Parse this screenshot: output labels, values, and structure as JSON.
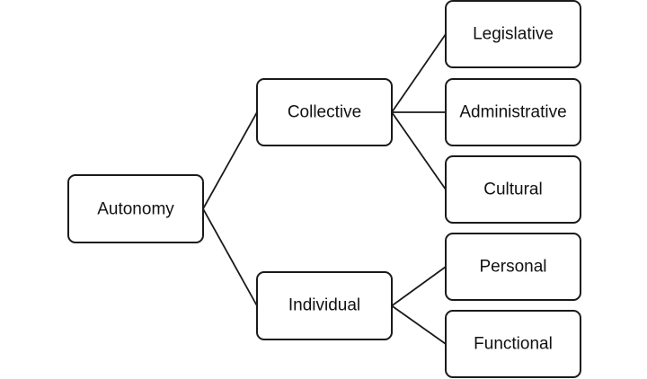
{
  "diagram": {
    "type": "tree",
    "nodes": {
      "autonomy": "Autonomy",
      "collective": "Collective",
      "individual": "Individual",
      "legislative": "Legislative",
      "administrative": "Administrative",
      "cultural": "Cultural",
      "personal": "Personal",
      "functional": "Functional"
    },
    "edges": [
      [
        "autonomy",
        "collective"
      ],
      [
        "autonomy",
        "individual"
      ],
      [
        "collective",
        "legislative"
      ],
      [
        "collective",
        "administrative"
      ],
      [
        "collective",
        "cultural"
      ],
      [
        "individual",
        "personal"
      ],
      [
        "individual",
        "functional"
      ]
    ]
  }
}
